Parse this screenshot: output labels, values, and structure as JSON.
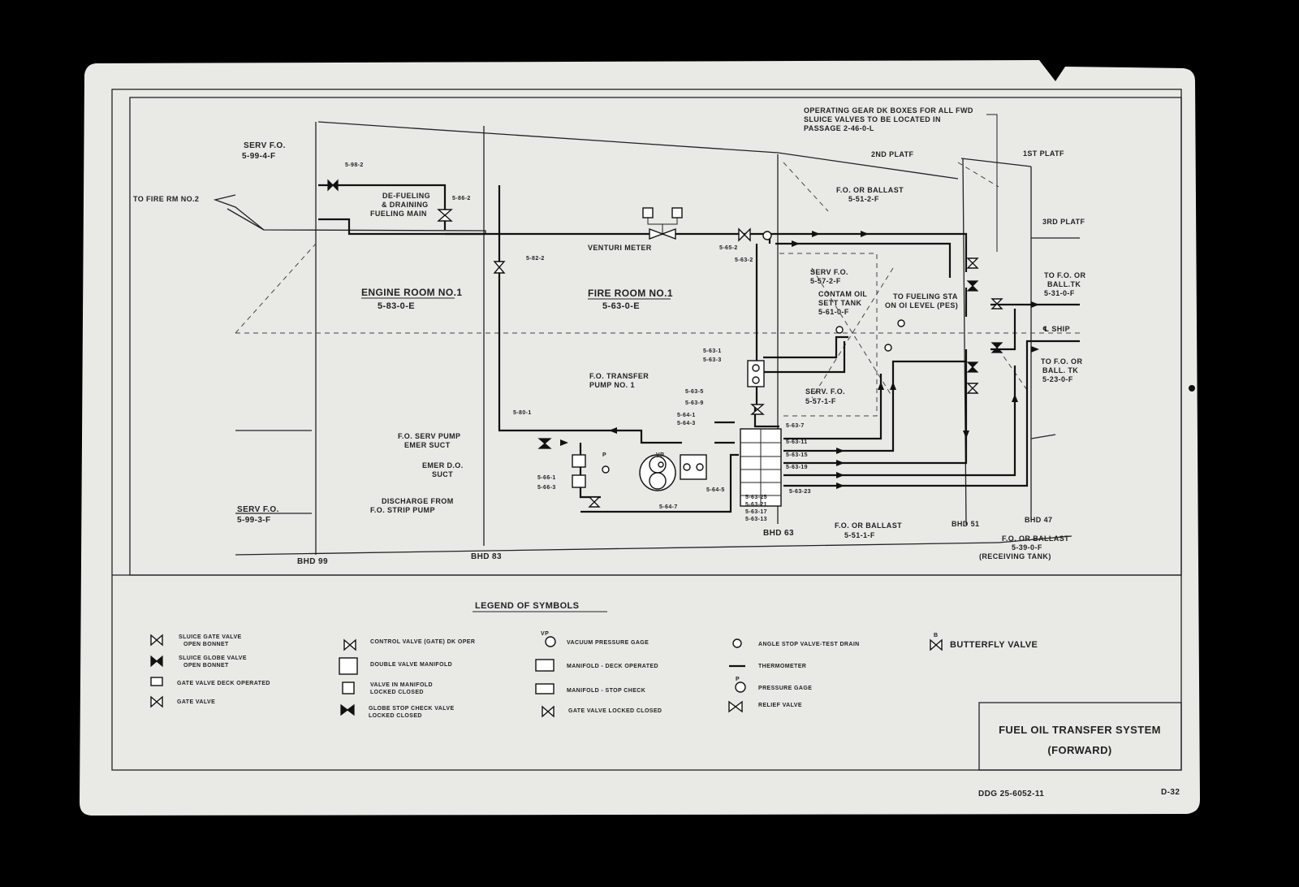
{
  "colors": {
    "background": "#000000",
    "board": "#e9e9e6",
    "ink": "#1a1a1a"
  },
  "diagram": {
    "compartments": {
      "serv_fo_aft_top": [
        "SERV F.O.",
        "5-99-4-F"
      ],
      "to_fire_rm": "TO FIRE RM NO.2",
      "engine_room": [
        "ENGINE ROOM NO.1",
        "5-83-0-E"
      ],
      "fire_room": [
        "FIRE ROOM NO.1",
        "5-63-0-E"
      ],
      "fo_ballast_top": [
        "F.O. OR BALLAST",
        "5-51-2-F"
      ],
      "serv_fo_mid_top": [
        "SERV F.O.",
        "5-57-2-F"
      ],
      "contam_oil": [
        "CONTAM OIL",
        "SETT TANK",
        "5-61-0-F"
      ],
      "serv_fo_mid_bottom": [
        "SERV. F.O.",
        "5-57-1-F"
      ],
      "serv_fo_aft_bottom": [
        "SERV F.O.",
        "5-99-3-F"
      ],
      "fo_ballast_bottom": [
        "F.O. OR BALLAST",
        "5-51-1-F"
      ],
      "fo_ballast_receiving": [
        "F.O. OR BALLAST",
        "5-39-0-F",
        "(RECEIVING TANK)"
      ],
      "to_fo_ball_top": [
        "TO F.O. OR",
        "BALL.TK",
        "5-31-0-F"
      ],
      "to_fo_ball_bottom": [
        "TO F.O. OR",
        "BALL. TK",
        "5-23-0-F"
      ]
    },
    "notes": {
      "operating_gear": [
        "OPERATING GEAR DK BOXES FOR ALL FWD",
        "SLUICE VALVES TO BE LOCATED IN",
        "PASSAGE 2-46-0-L"
      ],
      "platf_2": "2ND PLATF",
      "platf_1": "1ST PLATF",
      "platf_3": "3RD PLATF",
      "defueling": [
        "DE-FUELING",
        "& DRAINING",
        "FUELING MAIN"
      ],
      "venturi": "VENTURI METER",
      "to_fueling": [
        "TO FUELING STA",
        "ON OI LEVEL (PES)"
      ],
      "ship_cl": "℄ SHIP",
      "transfer_pump": [
        "F.O. TRANSFER",
        "PUMP NO. 1"
      ],
      "serv_pump": [
        "F.O. SERV PUMP",
        "EMER SUCT"
      ],
      "emer_do": [
        "EMER D.O.",
        "SUCT"
      ],
      "discharge": [
        "DISCHARGE FROM",
        "F.O. STRIP PUMP"
      ]
    },
    "valve_tags": {
      "v5_98_2": "5-98-2",
      "v5_86_2": "5-86-2",
      "v5_82_2": "5-82-2",
      "v5_65_2": "5-65-2",
      "v5_63_2": "5-63-2",
      "v5_63_1": "5-63-1",
      "v5_63_3": "5-63-3",
      "v5_63_5": "5-63-5",
      "v5_63_9": "5-63-9",
      "v5_64_1": "5-64-1",
      "v5_64_3": "5-64-3",
      "v5_80_1": "5-80-1",
      "v5_66_1": "5-66-1",
      "v5_66_3": "5-66-3",
      "v5_64_7": "5-64-7",
      "v5_64_5": "5-64-5",
      "v5_63_7": "5-63-7",
      "v5_63_11": "5-63-11",
      "v5_63_15": "5-63-15",
      "v5_63_19": "5-63-19",
      "v5_63_23": "5-63-23",
      "v5_63_25": "5-63-25",
      "v5_63_21": "5-63-21",
      "v5_63_17": "5-63-17",
      "v5_63_13": "5-63-13",
      "gauge_p": "P",
      "gauge_vp": "VP"
    },
    "bulkheads": {
      "bhd99": "BHD 99",
      "bhd83": "BHD 83",
      "bhd63": "BHD 63",
      "bhd51": "BHD 51",
      "bhd47": "BHD 47"
    }
  },
  "legend": {
    "title": "LEGEND OF SYMBOLS",
    "items": {
      "sluice_gate": [
        "SLUICE GATE VALVE",
        "OPEN BONNET"
      ],
      "sluice_globe": [
        "SLUICE GLOBE VALVE",
        "OPEN BONNET"
      ],
      "gate_deck": "GATE VALVE DECK OPERATED",
      "gate": "GATE VALVE",
      "control_valve": "CONTROL VALVE (GATE) DK OPER",
      "double_manifold": "DOUBLE VALVE MANIFOLD",
      "valve_manifold_locked": [
        "VALVE IN MANIFOLD",
        "LOCKED CLOSED"
      ],
      "globe_stop_check": [
        "GLOBE STOP CHECK VALVE",
        "LOCKED CLOSED"
      ],
      "vacuum_gage": "VACUUM PRESSURE GAGE",
      "manifold_deck": "MANIFOLD - DECK OPERATED",
      "manifold_stop": "MANIFOLD - STOP CHECK",
      "gate_locked": "GATE VALVE LOCKED CLOSED",
      "angle_stop": "ANGLE STOP VALVE-TEST DRAIN",
      "thermometer": "THERMOMETER",
      "pressure_gage": "PRESSURE GAGE",
      "relief": "RELIEF VALVE",
      "butterfly": "BUTTERFLY VALVE",
      "vp_tag": "VP",
      "p_tag": "P",
      "b_tag": "B"
    }
  },
  "title_block": {
    "line1": "FUEL OIL TRANSFER SYSTEM",
    "line2": "(FORWARD)"
  },
  "footer": {
    "drawing_no": "DDG 25-6052-11",
    "sheet": "D-32"
  }
}
